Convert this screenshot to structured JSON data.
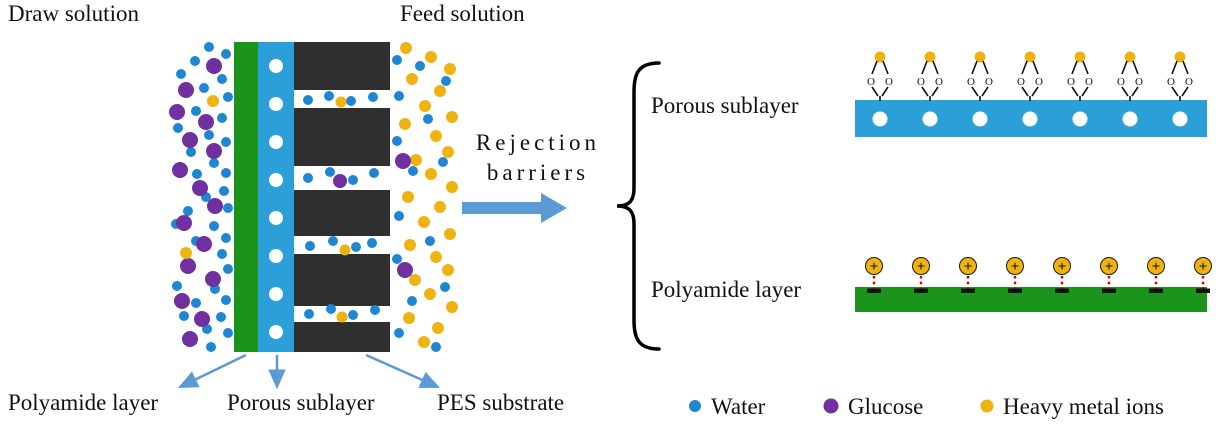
{
  "header": {
    "draw_solution": "Draw solution",
    "feed_solution": "Feed solution"
  },
  "membrane_labels": {
    "polyamide_layer": "Polyamide layer",
    "porous_sublayer": "Porous sublayer",
    "pes_substrate": "PES substrate"
  },
  "rejection": {
    "line1": "Rejection",
    "line2": "barriers"
  },
  "barriers": {
    "porous_sublayer": "Porous sublayer",
    "polyamide_layer": "Polyamide layer"
  },
  "chemistry": {
    "oxygen": "O",
    "plus": "+"
  },
  "legend": {
    "water": "Water",
    "glucose": "Glucose",
    "heavy_metal": "Heavy metal ions"
  },
  "colors": {
    "water": "#1e86d2",
    "glucose": "#7030a0",
    "heavy_metal": "#efb310",
    "polyamide_green": "#1b941b",
    "porous_blue": "#2a9fd8",
    "pes_dark": "#2f2f2f",
    "arrow_blue": "#5b9bd5",
    "charge_line_red": "#c00000"
  }
}
